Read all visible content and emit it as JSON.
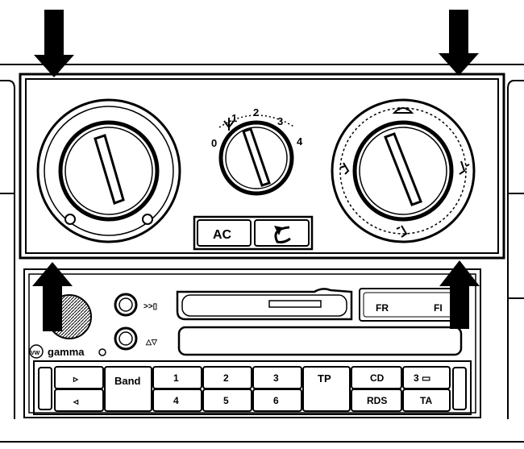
{
  "fan": {
    "ticks": [
      "0",
      "1",
      "2",
      "3",
      "4"
    ]
  },
  "hvac_buttons": {
    "ac_label": "AC"
  },
  "radio": {
    "brand": "gamma",
    "vw_logo": "VW",
    "eject_label": ">>▯",
    "seek_label": "△▽",
    "display_fr": "FR",
    "display_fi": "FI",
    "band_label": "Band",
    "presets_top": [
      "1",
      "2",
      "3"
    ],
    "presets_bottom": [
      "4",
      "5",
      "6"
    ],
    "tp_label": "TP",
    "cd_label": "CD",
    "rds_label": "RDS",
    "ta_label": "TA",
    "mode_label": "3 ▭",
    "seek_up": "▹",
    "seek_down": "◃"
  },
  "arrows": [
    "down",
    "down",
    "up",
    "up"
  ]
}
